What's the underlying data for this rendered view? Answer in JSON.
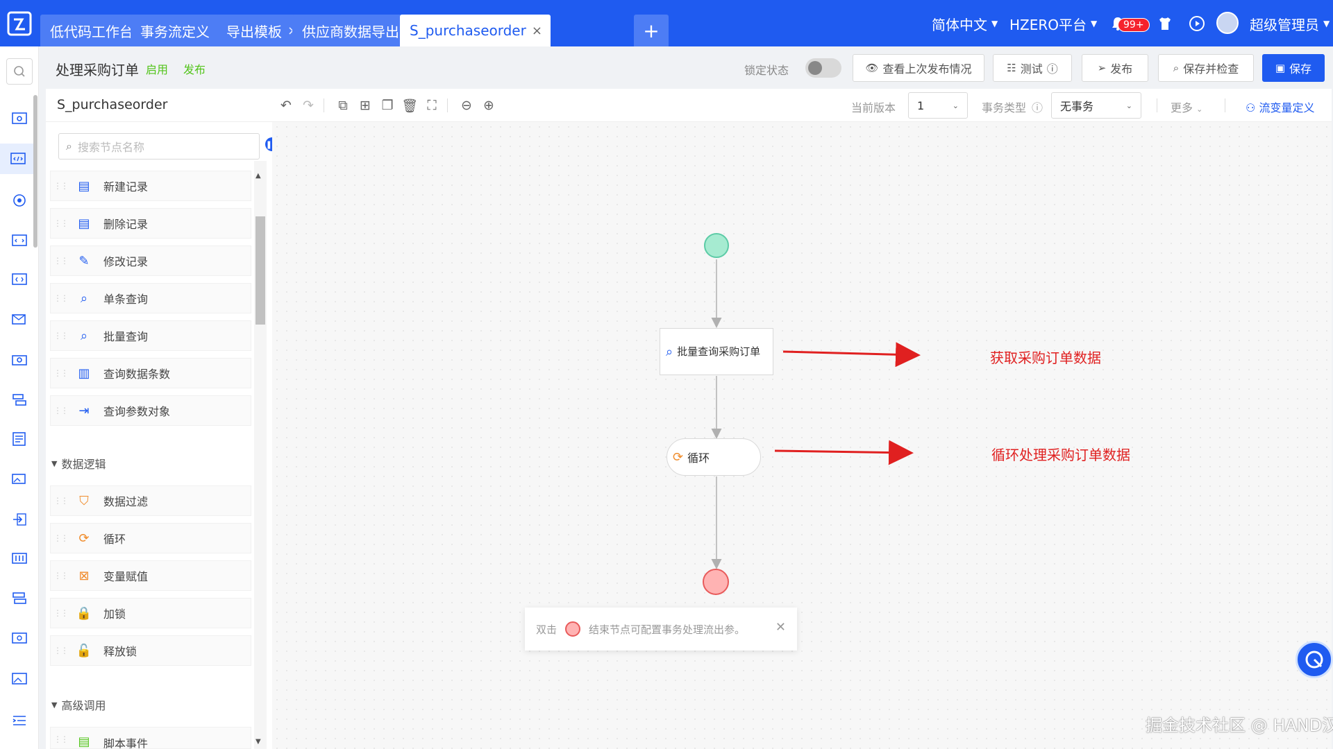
{
  "tabs": [
    {
      "label": "低代码工作台"
    },
    {
      "label": "事务流定义"
    },
    {
      "label": "导出模板"
    },
    {
      "label": "供应商数据导出"
    },
    {
      "label": "S_purchaseorder"
    }
  ],
  "tab_add": "+",
  "topbar": {
    "language": "简体中文",
    "platform": "HZERO平台",
    "notif_count": "99+",
    "user": "超级管理员"
  },
  "header": {
    "title": "处理采购订单",
    "tag_enabled": "启用",
    "tag_publish": "发布",
    "lock_label": "锁定状态",
    "btn_view_publish": "查看上次发布情况",
    "btn_test": "测试",
    "btn_publish": "发布",
    "btn_save_check": "保存并检查",
    "btn_save": "保存"
  },
  "toolbar": {
    "flow_name": "S_purchaseorder",
    "version_label": "当前版本",
    "version_value": "1",
    "tx_type_label": "事务类型",
    "tx_type_value": "无事务",
    "more": "更多",
    "flow_var_def": "流变量定义"
  },
  "palette": {
    "search_placeholder": "搜索节点名称",
    "data_ops": [
      {
        "label": "新建记录"
      },
      {
        "label": "删除记录"
      },
      {
        "label": "修改记录"
      },
      {
        "label": "单条查询"
      },
      {
        "label": "批量查询"
      },
      {
        "label": "查询数据条数"
      },
      {
        "label": "查询参数对象"
      }
    ],
    "group_logic": "数据逻辑",
    "logic_ops": [
      {
        "label": "数据过滤"
      },
      {
        "label": "循环"
      },
      {
        "label": "变量赋值"
      },
      {
        "label": "加锁"
      },
      {
        "label": "释放锁"
      }
    ],
    "group_advanced": "高级调用",
    "advanced_ops": [
      {
        "label": "脚本事件"
      }
    ]
  },
  "canvas": {
    "task_node": "批量查询采购订单",
    "loop_node": "循环",
    "annot_1": "获取采购订单数据",
    "annot_2": "循环处理采购订单数据",
    "hint_prefix": "双击",
    "hint_text": "结束节点可配置事务处理流出参。",
    "watermark": "掘金技术社区 @ HAND汉得"
  },
  "colors": {
    "brand": "#1f5bf0",
    "start_node": "#a6ebd1",
    "end_node": "#ffb3b3",
    "annotation": "#e02020",
    "tag_green": "#52c41a"
  }
}
